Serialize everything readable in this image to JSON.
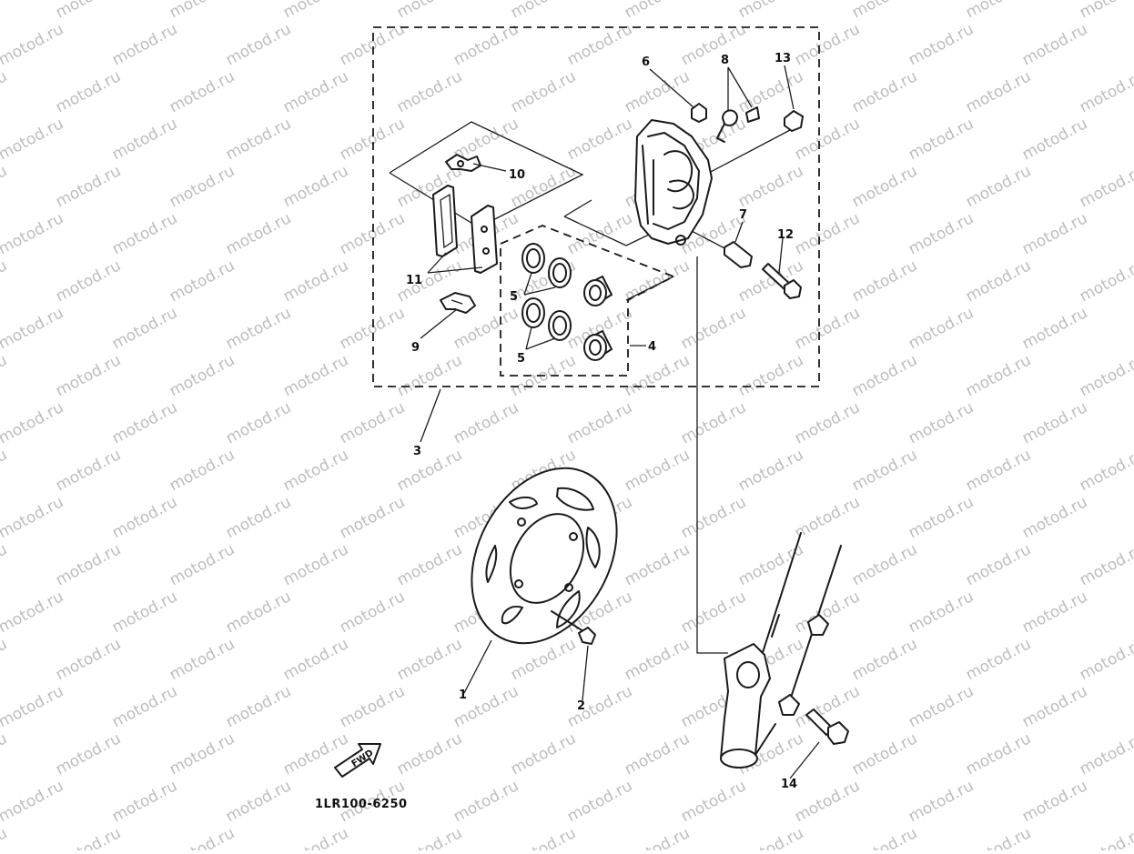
{
  "watermark": "motod.ru",
  "fwd_label": "FWD",
  "part_code": "1LR100-6250",
  "callouts": {
    "c1": "1",
    "c2": "2",
    "c3": "3",
    "c4": "4",
    "c5a": "5",
    "c5b": "5",
    "c6": "6",
    "c7": "7",
    "c8": "8",
    "c9": "9",
    "c10": "10",
    "c11": "11",
    "c12": "12",
    "c13": "13",
    "c14": "14"
  },
  "icons": {
    "fwd_arrow": "fwd-arrow-icon"
  }
}
